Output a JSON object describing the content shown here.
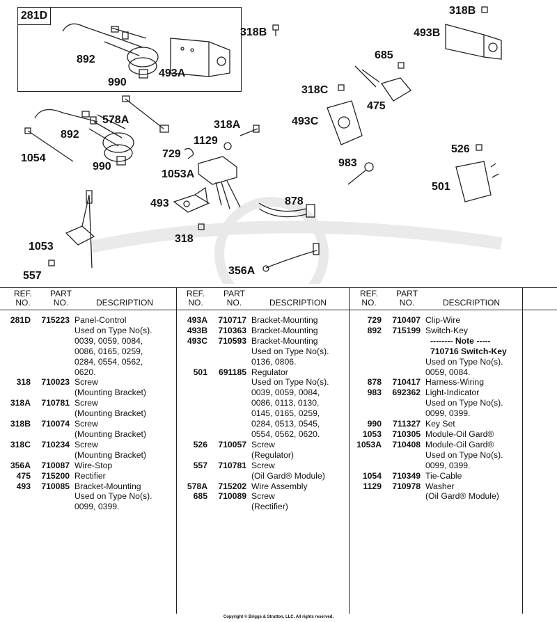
{
  "callouts": [
    {
      "id": "281D",
      "label": "281D"
    },
    {
      "id": "892a",
      "label": "892"
    },
    {
      "id": "990a",
      "label": "990"
    },
    {
      "id": "493A",
      "label": "493A"
    },
    {
      "id": "318B-a",
      "label": "318B"
    },
    {
      "id": "578A",
      "label": "578A"
    },
    {
      "id": "892b",
      "label": "892"
    },
    {
      "id": "1054",
      "label": "1054"
    },
    {
      "id": "990b",
      "label": "990"
    },
    {
      "id": "318A",
      "label": "318A"
    },
    {
      "id": "1129",
      "label": "1129"
    },
    {
      "id": "729",
      "label": "729"
    },
    {
      "id": "1053A",
      "label": "1053A"
    },
    {
      "id": "493",
      "label": "493"
    },
    {
      "id": "318",
      "label": "318"
    },
    {
      "id": "878",
      "label": "878"
    },
    {
      "id": "1053",
      "label": "1053"
    },
    {
      "id": "557",
      "label": "557"
    },
    {
      "id": "356A",
      "label": "356A"
    },
    {
      "id": "685",
      "label": "685"
    },
    {
      "id": "318C",
      "label": "318C"
    },
    {
      "id": "475",
      "label": "475"
    },
    {
      "id": "493C",
      "label": "493C"
    },
    {
      "id": "983",
      "label": "983"
    },
    {
      "id": "318B-b",
      "label": "318B"
    },
    {
      "id": "493B",
      "label": "493B"
    },
    {
      "id": "526",
      "label": "526"
    },
    {
      "id": "501",
      "label": "501"
    }
  ],
  "headers": {
    "ref": [
      "REF.",
      "NO."
    ],
    "part": [
      "PART",
      "NO."
    ],
    "desc": "DESCRIPTION"
  },
  "columns": [
    [
      {
        "ref": "281D",
        "part": "715223",
        "desc": "Panel-Control"
      },
      {
        "ref": "",
        "part": "",
        "desc": "Used on Type No(s)."
      },
      {
        "ref": "",
        "part": "",
        "desc": "0039, 0059, 0084,"
      },
      {
        "ref": "",
        "part": "",
        "desc": "0086, 0165, 0259,"
      },
      {
        "ref": "",
        "part": "",
        "desc": "0284, 0554, 0562,"
      },
      {
        "ref": "",
        "part": "",
        "desc": "0620."
      },
      {
        "ref": "318",
        "part": "710023",
        "desc": "Screw"
      },
      {
        "ref": "",
        "part": "",
        "desc": "(Mounting Bracket)"
      },
      {
        "ref": "318A",
        "part": "710781",
        "desc": "Screw"
      },
      {
        "ref": "",
        "part": "",
        "desc": "(Mounting Bracket)"
      },
      {
        "ref": "318B",
        "part": "710074",
        "desc": "Screw"
      },
      {
        "ref": "",
        "part": "",
        "desc": "(Mounting Bracket)"
      },
      {
        "ref": "318C",
        "part": "710234",
        "desc": "Screw"
      },
      {
        "ref": "",
        "part": "",
        "desc": "(Mounting Bracket)"
      },
      {
        "ref": "356A",
        "part": "710087",
        "desc": "Wire-Stop"
      },
      {
        "ref": "475",
        "part": "715200",
        "desc": "Rectifier"
      },
      {
        "ref": "493",
        "part": "710085",
        "desc": "Bracket-Mounting"
      },
      {
        "ref": "",
        "part": "",
        "desc": "Used on Type No(s)."
      },
      {
        "ref": "",
        "part": "",
        "desc": "0099, 0399."
      }
    ],
    [
      {
        "ref": "493A",
        "part": "710717",
        "desc": "Bracket-Mounting"
      },
      {
        "ref": "493B",
        "part": "710363",
        "desc": "Bracket-Mounting"
      },
      {
        "ref": "493C",
        "part": "710593",
        "desc": "Bracket-Mounting"
      },
      {
        "ref": "",
        "part": "",
        "desc": "Used on Type No(s)."
      },
      {
        "ref": "",
        "part": "",
        "desc": "0136, 0806."
      },
      {
        "ref": "501",
        "part": "691185",
        "desc": "Regulator"
      },
      {
        "ref": "",
        "part": "",
        "desc": "Used on Type No(s)."
      },
      {
        "ref": "",
        "part": "",
        "desc": "0039, 0059, 0084,"
      },
      {
        "ref": "",
        "part": "",
        "desc": "0086, 0113, 0130,"
      },
      {
        "ref": "",
        "part": "",
        "desc": "0145, 0165, 0259,"
      },
      {
        "ref": "",
        "part": "",
        "desc": "0284, 0513, 0545,"
      },
      {
        "ref": "",
        "part": "",
        "desc": "0554, 0562, 0620."
      },
      {
        "ref": "526",
        "part": "710057",
        "desc": "Screw"
      },
      {
        "ref": "",
        "part": "",
        "desc": "(Regulator)"
      },
      {
        "ref": "557",
        "part": "710781",
        "desc": "Screw"
      },
      {
        "ref": "",
        "part": "",
        "desc": "(Oil Gard® Module)"
      },
      {
        "ref": "578A",
        "part": "715202",
        "desc": "Wire Assembly"
      },
      {
        "ref": "685",
        "part": "710089",
        "desc": "Screw"
      },
      {
        "ref": "",
        "part": "",
        "desc": "(Rectifier)"
      }
    ],
    [
      {
        "ref": "729",
        "part": "710407",
        "desc": "Clip-Wire"
      },
      {
        "ref": "892",
        "part": "715199",
        "desc": "Switch-Key"
      },
      {
        "ref": "",
        "part": "",
        "desc": "-------- Note -----",
        "note": true
      },
      {
        "ref": "",
        "part": "",
        "desc": "710716 Switch-Key",
        "note": true
      },
      {
        "ref": "",
        "part": "",
        "desc": "Used on Type No(s)."
      },
      {
        "ref": "",
        "part": "",
        "desc": "0059, 0084."
      },
      {
        "ref": "878",
        "part": "710417",
        "desc": "Harness-Wiring"
      },
      {
        "ref": "983",
        "part": "692362",
        "desc": "Light-Indicator"
      },
      {
        "ref": "",
        "part": "",
        "desc": "Used on Type No(s)."
      },
      {
        "ref": "",
        "part": "",
        "desc": "0099, 0399."
      },
      {
        "ref": "990",
        "part": "711327",
        "desc": "Key Set"
      },
      {
        "ref": "1053",
        "part": "710305",
        "desc": "Module-Oil Gard®"
      },
      {
        "ref": "1053A",
        "part": "710408",
        "desc": "Module-Oil Gard®"
      },
      {
        "ref": "",
        "part": "",
        "desc": "Used on Type No(s)."
      },
      {
        "ref": "",
        "part": "",
        "desc": "0099, 0399."
      },
      {
        "ref": "1054",
        "part": "710349",
        "desc": "Tie-Cable"
      },
      {
        "ref": "1129",
        "part": "710978",
        "desc": "Washer"
      },
      {
        "ref": "",
        "part": "",
        "desc": "(Oil Gard® Module)"
      }
    ]
  ],
  "copyright": "Copyright © Briggs & Stratton, LLC. All rights reserved."
}
